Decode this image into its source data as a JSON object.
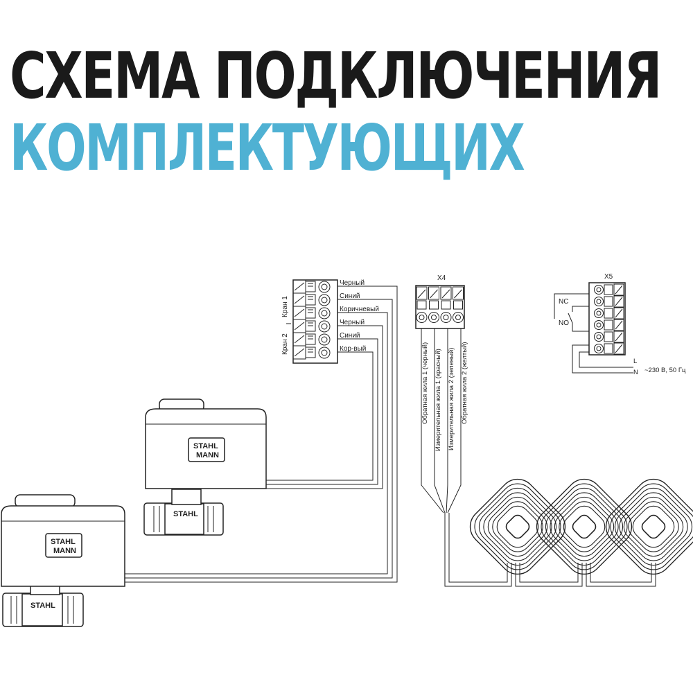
{
  "title": {
    "line1": "СХЕМА ПОДКЛЮЧЕНИЯ",
    "line2": "КОМПЛЕКТУЮЩИХ",
    "line1_color": "#1a1a1a",
    "line2_color": "#4fb1d3"
  },
  "terminal_left": {
    "group1_label": "Кран 1",
    "group2_label": "Кран 2",
    "wires": [
      "Черный",
      "Синий",
      "Коричневый",
      "Черный",
      "Синий",
      "Кор-вый"
    ]
  },
  "terminal_x4": {
    "label": "X4",
    "wires": [
      "Обратная жила 1 (черный)",
      "Измерительная жила 1 (красный)",
      "Измерительная жила 2 (зеленый)",
      "Обратная жила 2 (желтый)"
    ]
  },
  "terminal_x5": {
    "label": "X5",
    "nc_label": "NC",
    "no_label": "NO",
    "l_label": "L",
    "n_label": "N",
    "power_label": "~230 В, 50 Гц"
  },
  "valves": [
    {
      "brand_line1": "STAHL",
      "brand_line2": "MANN"
    },
    {
      "brand_line1": "STAHL",
      "brand_line2": "MANN"
    }
  ],
  "sensors_count": 3,
  "icons": [
    "ball-valve-icon",
    "water-leak-sensor-icon",
    "terminal-block-icon",
    "relay-switch-icon"
  ]
}
